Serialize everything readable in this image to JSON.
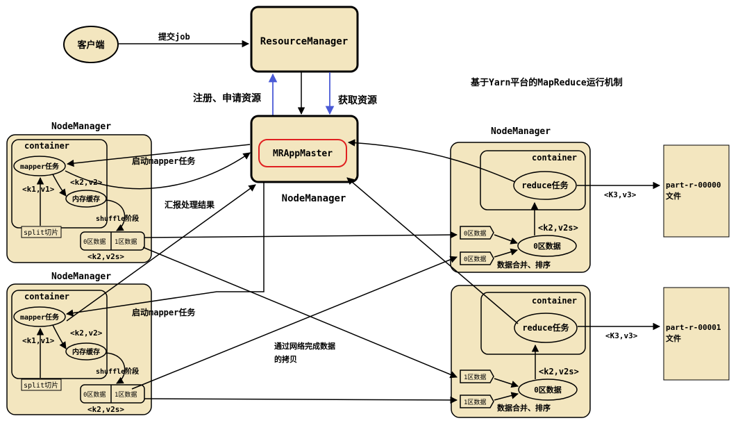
{
  "title": "基于Yarn平台的MapReduce运行机制",
  "client": "客户端",
  "submit_job": "提交job",
  "resource_manager": "ResourceManager",
  "register_request": "注册、申请资源",
  "get_resource": "获取资源",
  "mr_app_master": "MRAppMaster",
  "center_node_manager": "NodeManager",
  "node_manager": "NodeManager",
  "container": "container",
  "mapper_task": "mapper任务",
  "kv1": "<k1,v1>",
  "kv2": "<k2,v2>",
  "memory_buffer": "内存缓存",
  "split": "split切片",
  "shuffle": "shuffle阶段",
  "partition0": "0区数据",
  "partition1": "1区数据",
  "k2v2s": "<k2,v2s>",
  "start_mapper_1": "启动mapper任务",
  "start_mapper_2": "启动mapper任务",
  "report_result": "汇报处理结果",
  "network_copy_1": "通过网络完成数据",
  "network_copy_2": "的拷贝",
  "reduce_task": "reduce任务",
  "merge_sort": "数据合并、排序",
  "k3v3": "<K3,v3>",
  "output_0": "part-r-00000",
  "output_1": "part-r-00001",
  "file_label": "文件",
  "colors": {
    "box_fill": "#f3e6bf",
    "arrow_blue": "#4a5ad6",
    "highlight_red": "#e02020"
  }
}
